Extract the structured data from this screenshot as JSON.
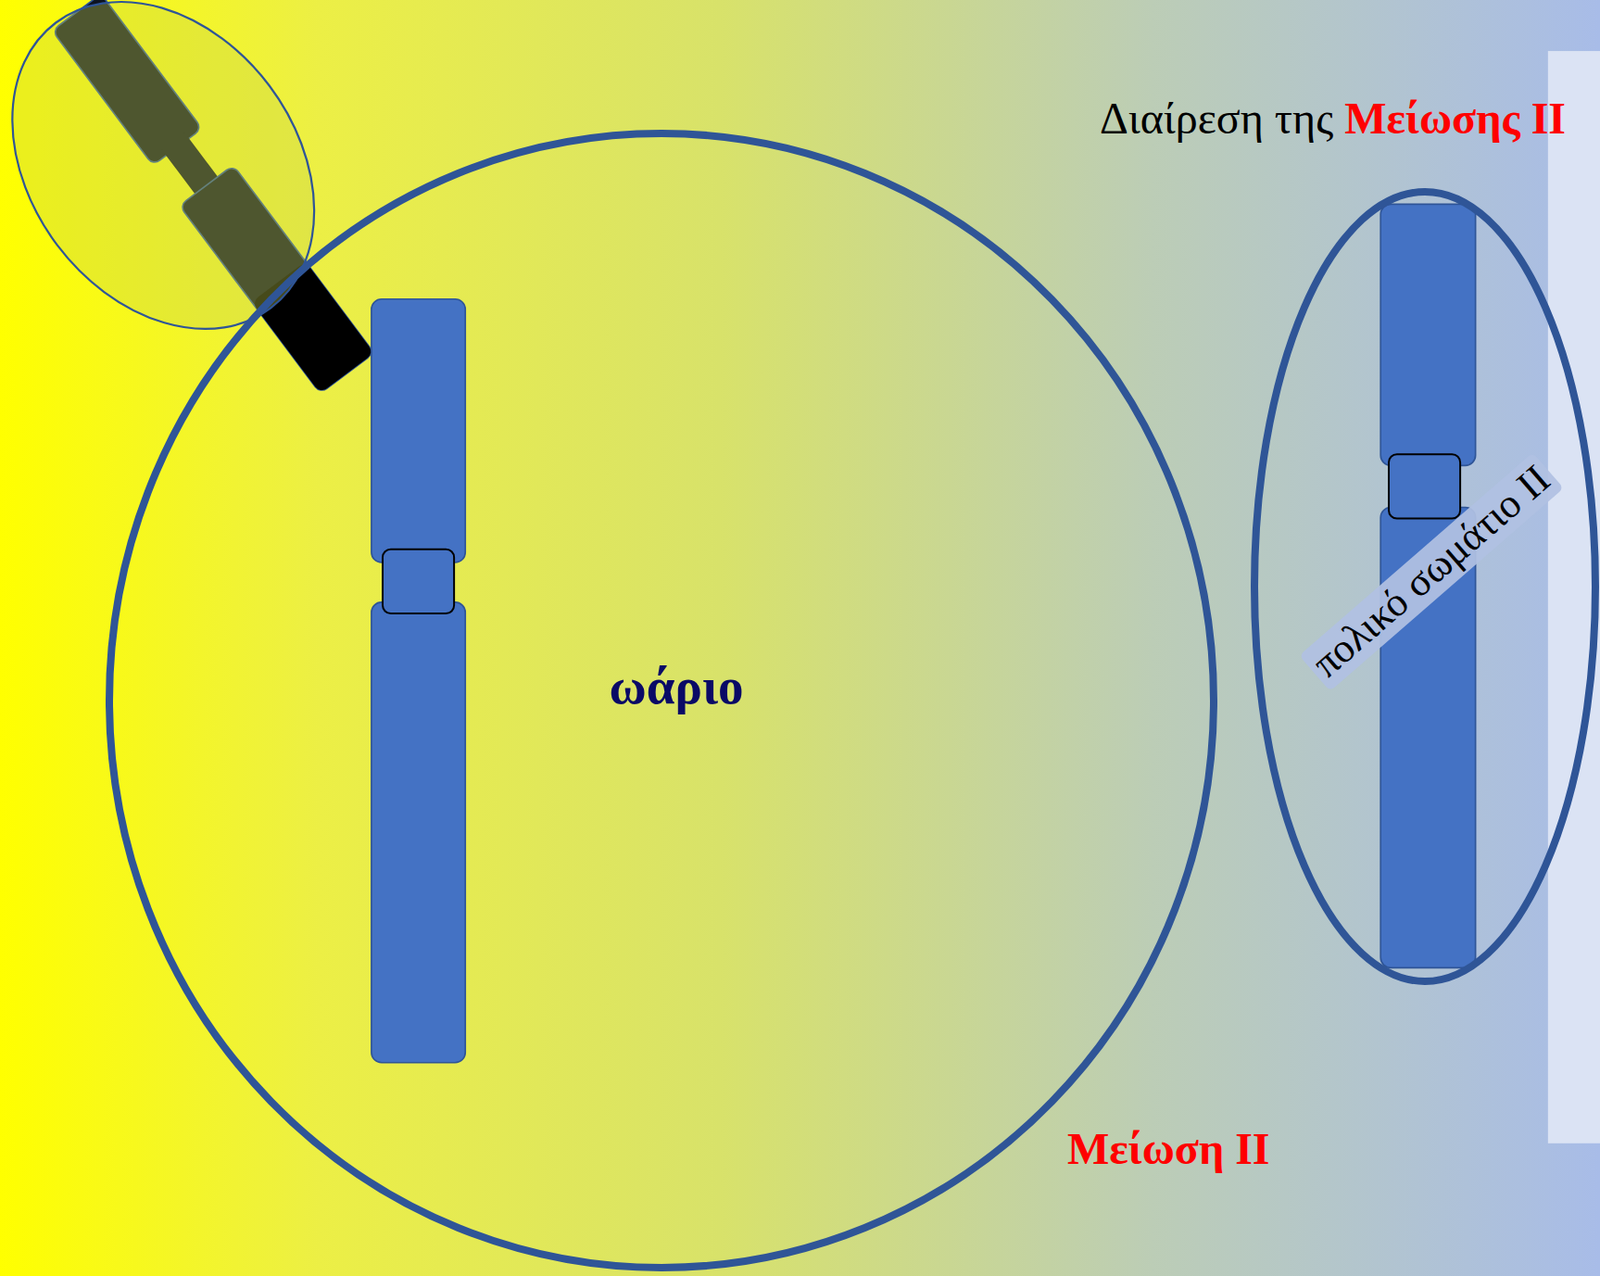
{
  "diagram": {
    "title": "Διαίρεση της Μείωσης II",
    "nodes": [
      {
        "text": [
          "ωάριο"
        ]
      },
      {
        "text": [
          "πολικό σωμάτιο II"
        ]
      }
    ],
    "labels": [
      "Μείωση II"
    ]
  }
}
